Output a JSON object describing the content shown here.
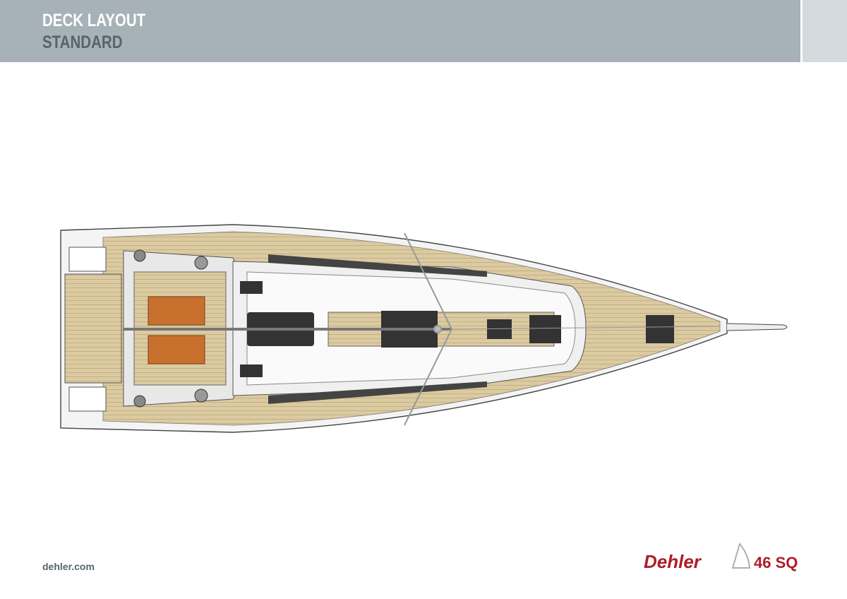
{
  "header": {
    "title": "DECK LAYOUT",
    "subtitle": "STANDARD"
  },
  "footer": {
    "website": "dehler.com"
  },
  "logo": {
    "brand": "Dehler",
    "model": "46 SQ",
    "color": "#b01c28"
  },
  "colors": {
    "header": "#a6b1b8",
    "teak": "#dccaa0",
    "seat": "#c8702e"
  }
}
